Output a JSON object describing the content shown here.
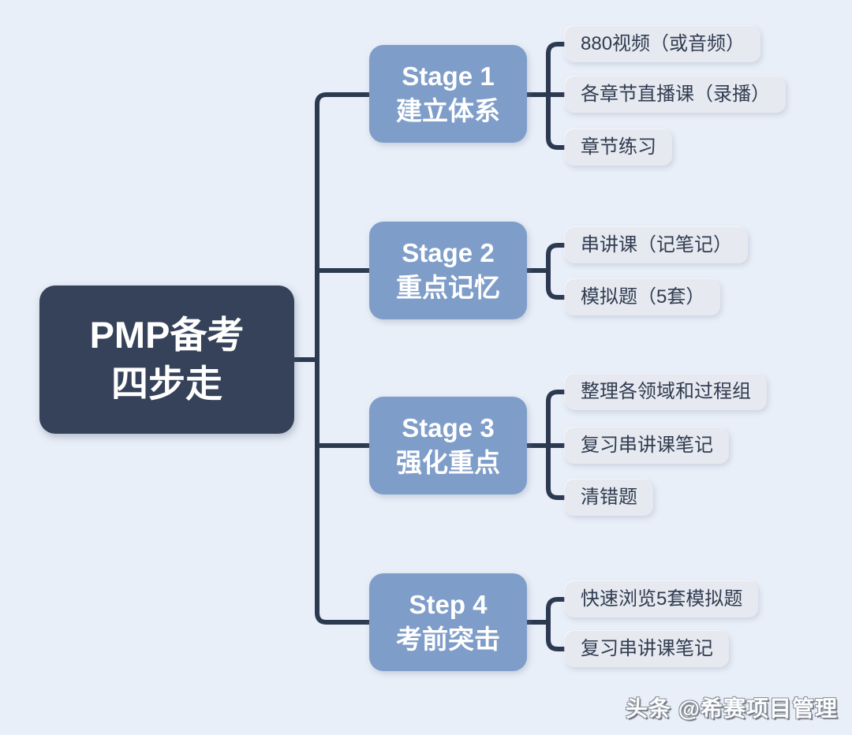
{
  "colors": {
    "bg": "#e9eff8",
    "root-fill": "#35425a",
    "stage-fill": "#7f9dc9",
    "leaf-fill": "#e6e9ef",
    "leaf-text": "#303c51",
    "line": "#2c3a51"
  },
  "mindmap": {
    "root": {
      "line1": "PMP备考",
      "line2": "四步走"
    },
    "stages": [
      {
        "title": "Stage 1",
        "subtitle": "建立体系",
        "items": [
          "880视频（或音频）",
          "各章节直播课（录播）",
          "章节练习"
        ]
      },
      {
        "title": "Stage 2",
        "subtitle": "重点记忆",
        "items": [
          "串讲课（记笔记）",
          "模拟题（5套）"
        ]
      },
      {
        "title": "Stage 3",
        "subtitle": "强化重点",
        "items": [
          "整理各领域和过程组",
          "复习串讲课笔记",
          "清错题"
        ]
      },
      {
        "title": "Step 4",
        "subtitle": "考前突击",
        "items": [
          "快速浏览5套模拟题",
          "复习串讲课笔记"
        ]
      }
    ]
  },
  "watermark": {
    "text": "头条 @希赛项目管理"
  }
}
